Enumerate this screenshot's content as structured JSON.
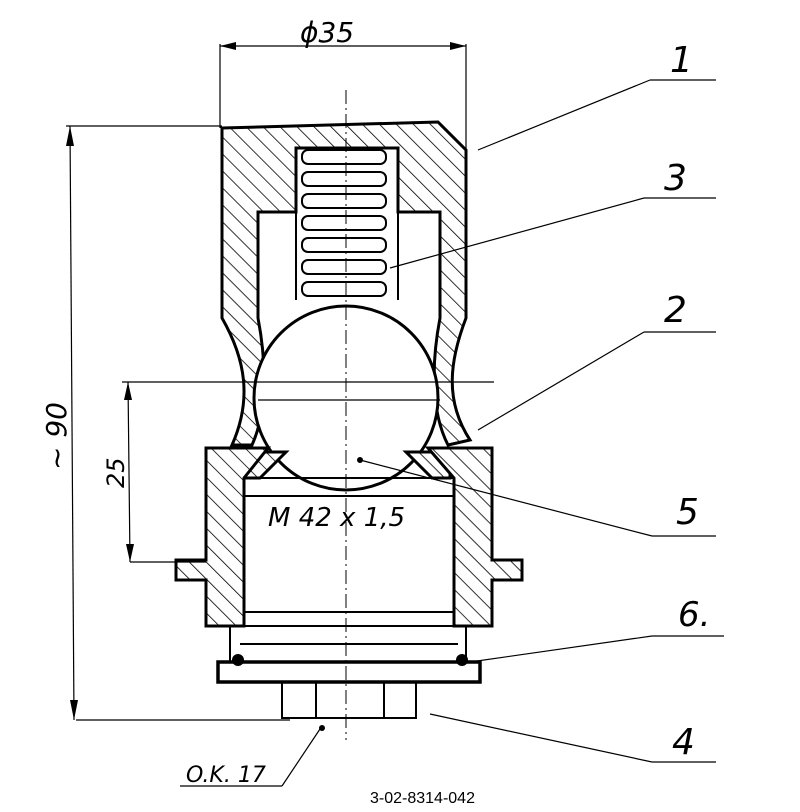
{
  "dimensions": {
    "diameter": "ϕ35",
    "length": "~ 90",
    "height": "25",
    "thread": "M 42 x 1,5",
    "wrench": "O.K. 17"
  },
  "callouts": [
    "1",
    "3",
    "2",
    "5",
    "6.",
    "4"
  ],
  "drawing_number": "3-02-8314-042"
}
